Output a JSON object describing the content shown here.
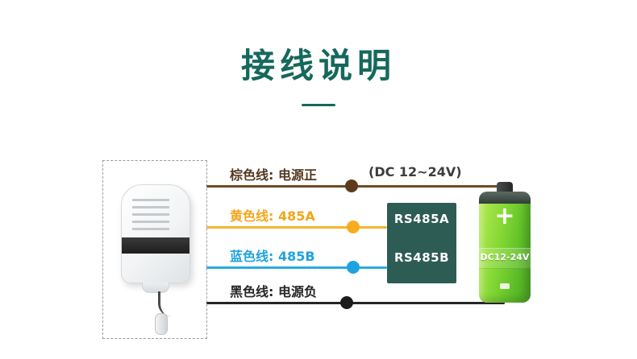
{
  "title": "接线说明",
  "theme": {
    "title_color": "#15695c"
  },
  "wires": [
    {
      "label": "棕色线: 电源正",
      "note": "(DC 12~24V)",
      "line_color": "#6e4a24",
      "dot_color": "#5d3a1c",
      "label_color": "#533a22"
    },
    {
      "label": "黄色线: 485A",
      "line_color": "#f7b52c",
      "dot_color": "#f5ac1f",
      "label_color": "#f2a61b"
    },
    {
      "label": "蓝色线: 485B",
      "line_color": "#29abe2",
      "dot_color": "#1fa3de",
      "label_color": "#1fa3de"
    },
    {
      "label": "黑色线: 电源负",
      "line_color": "#262626",
      "dot_color": "#1c1c1c",
      "label_color": "#262626"
    }
  ],
  "rs485": {
    "line1": "RS485A",
    "line2": "RS485B",
    "bg_color": "#2d5c55"
  },
  "battery": {
    "plus": "+",
    "voltage": "DC12-24V"
  }
}
